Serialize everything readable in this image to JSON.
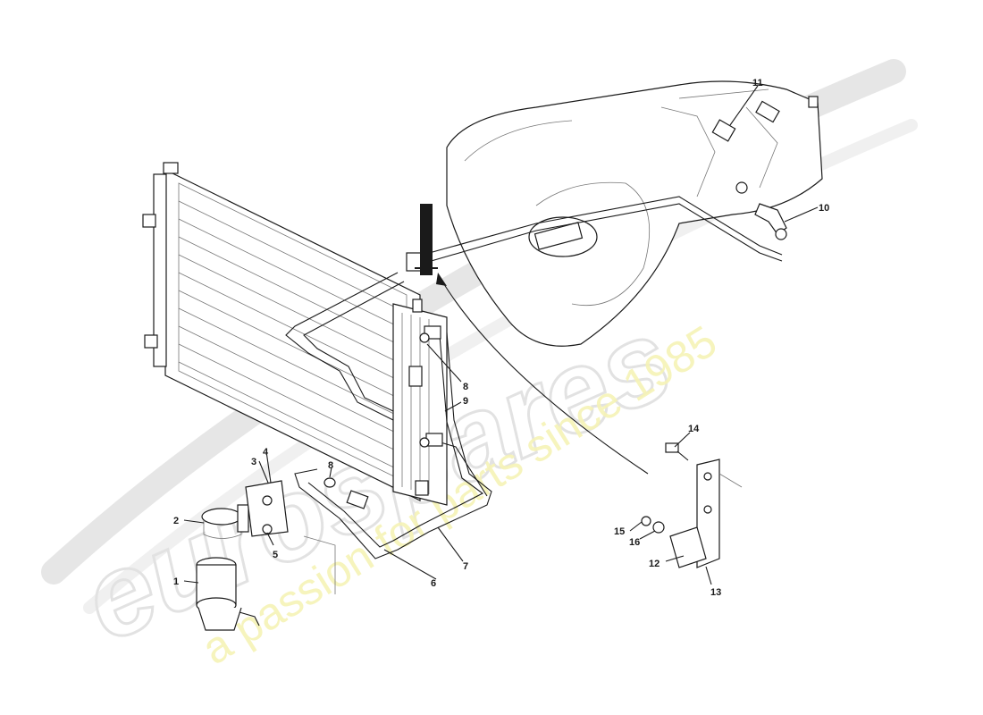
{
  "watermark": {
    "logo_text": "eurospares",
    "tagline": "a passion for parts since 1985"
  },
  "callouts": {
    "c1": "1",
    "c2": "2",
    "c3": "3",
    "c4": "4",
    "c5": "5",
    "c6": "6",
    "c7": "7",
    "c8a": "8",
    "c8b": "8",
    "c9": "9",
    "c10": "10",
    "c11": "11",
    "c12": "12",
    "c13": "13",
    "c14": "14",
    "c15": "15",
    "c16": "16"
  }
}
